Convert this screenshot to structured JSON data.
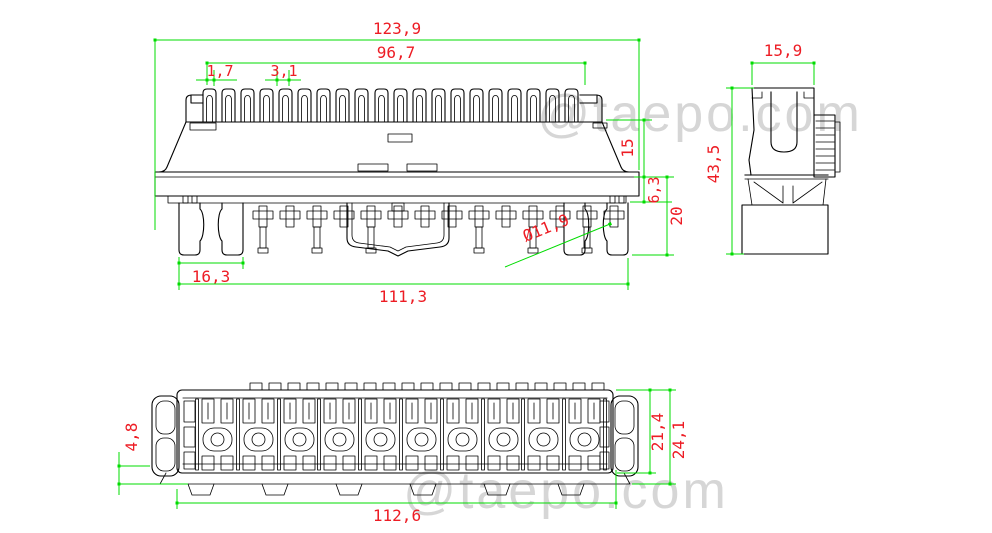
{
  "colors": {
    "dimension_line": "#00DC00",
    "dimension_text": "#ED1C24",
    "drawing_line": "#000000",
    "watermark": "#D6D6D6",
    "background": "#FFFFFF"
  },
  "watermarks": {
    "top": "@taepo.com",
    "bottom": "@taepo.com"
  },
  "views": {
    "front": {
      "dims": {
        "overall_width": "123,9",
        "contact_span": "96,7",
        "slot_width": "1,7",
        "contact_pitch": "3,1",
        "body_height": "15",
        "flange_height": "6,3",
        "leg_height": "20",
        "leg_span": "16,3",
        "feet_span": "111,3",
        "hook_diameter": "Ø11,9"
      }
    },
    "side": {
      "dims": {
        "width": "15,9",
        "height": "43,5"
      }
    },
    "plan": {
      "dims": {
        "rim_offset": "4,8",
        "body_depth": "21,4",
        "overall_depth": "24,1",
        "base_length": "112,6"
      }
    }
  }
}
